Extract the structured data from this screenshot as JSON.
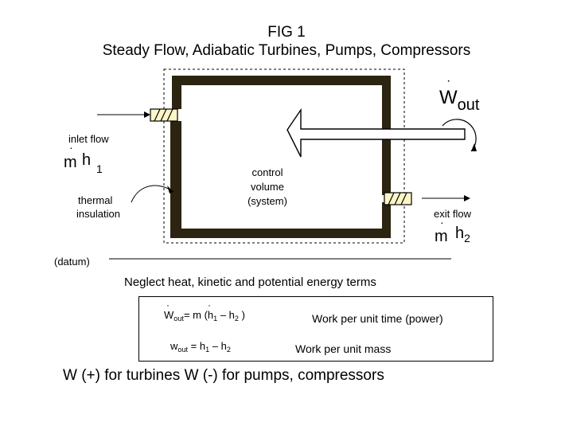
{
  "title": {
    "line1": "FIG 1",
    "line2": "Steady Flow, Adiabatic Turbines, Pumps, Compressors"
  },
  "labels": {
    "w_symbol": "W",
    "w_sub": "out",
    "inlet_flow": "inlet flow",
    "inlet_m": "m",
    "inlet_h": "h",
    "inlet_sub": "1",
    "thermal_line1": "thermal",
    "thermal_line2": "insulation",
    "cv_line1": "control",
    "cv_line2": "volume",
    "cv_line3": "(system)",
    "exit_flow": "exit flow",
    "exit_m": "m",
    "exit_h": "h",
    "exit_sub": "2",
    "datum": "(datum)"
  },
  "neglect_text": "Neglect heat,  kinetic and potential energy terms",
  "equations": {
    "power": {
      "w": "W",
      "w_sub": "out",
      "eq": "= m (h",
      "h1_sub": "1",
      "minus": " – h",
      "h2_sub": "2",
      "close": " )",
      "desc": "Work  per unit time (power)"
    },
    "mass": {
      "w": "w",
      "w_sub": "out",
      "eq": " = h",
      "h1_sub": "1",
      "minus": "  –  h",
      "h2_sub": "2",
      "desc": "Work  per unit mass"
    }
  },
  "sign_convention": "W (+) for turbines  W (-) for pumps, compressors",
  "colors": {
    "wall": "#2b2410",
    "valve_fill": "#fff6c8",
    "line": "#000000"
  }
}
